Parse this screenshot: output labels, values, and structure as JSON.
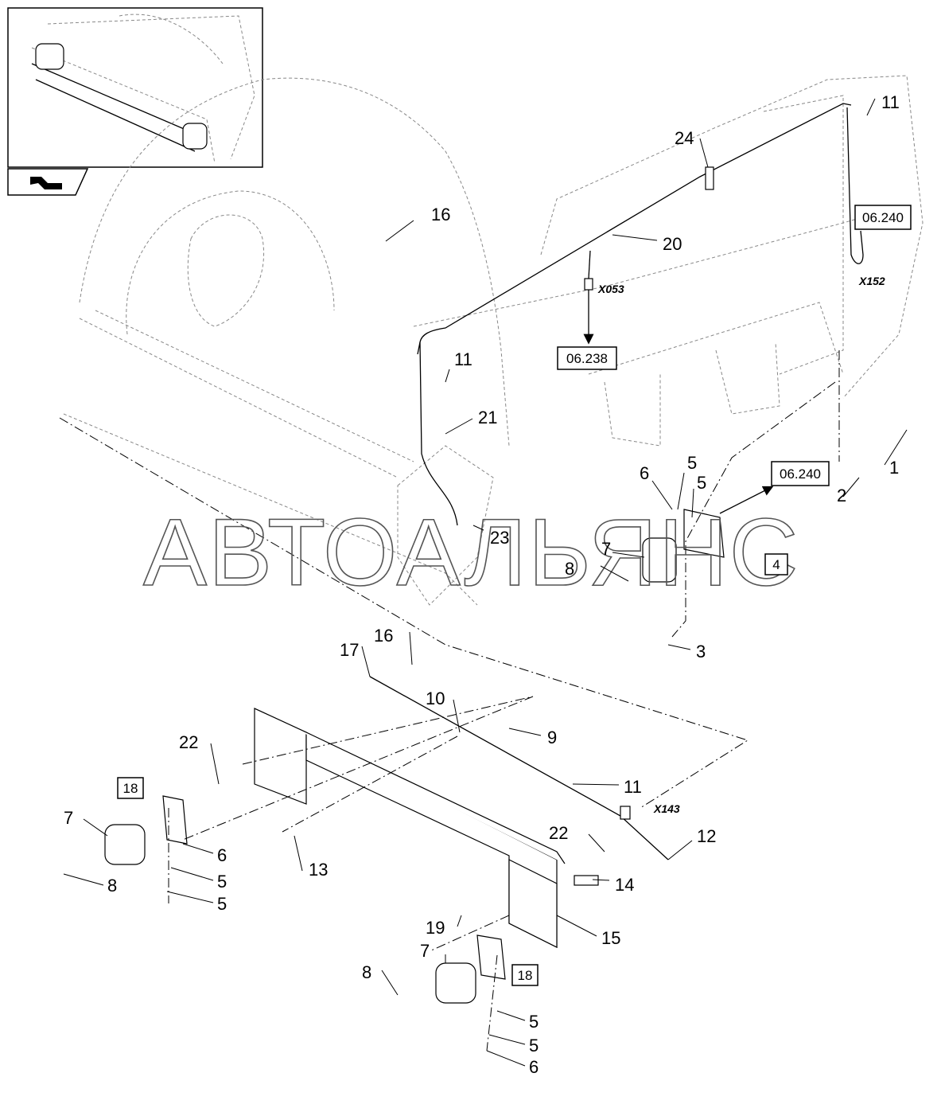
{
  "watermark": "АВТОАЛЬЯНС",
  "inset": {
    "icon": "return-arrow-icon"
  },
  "references": [
    {
      "label": "06.240"
    },
    {
      "label": "06.238"
    },
    {
      "label": "06.240"
    },
    {
      "label": "4"
    },
    {
      "label": "18"
    },
    {
      "label": "18"
    }
  ],
  "connectors": [
    {
      "label": "X053"
    },
    {
      "label": "X152"
    },
    {
      "label": "X143"
    }
  ],
  "callouts": [
    {
      "label": "11"
    },
    {
      "label": "24"
    },
    {
      "label": "16"
    },
    {
      "label": "20"
    },
    {
      "label": "11"
    },
    {
      "label": "21"
    },
    {
      "label": "1"
    },
    {
      "label": "2"
    },
    {
      "label": "6"
    },
    {
      "label": "5"
    },
    {
      "label": "5"
    },
    {
      "label": "23"
    },
    {
      "label": "7"
    },
    {
      "label": "8"
    },
    {
      "label": "3"
    },
    {
      "label": "17"
    },
    {
      "label": "16"
    },
    {
      "label": "10"
    },
    {
      "label": "9"
    },
    {
      "label": "22"
    },
    {
      "label": "11"
    },
    {
      "label": "7"
    },
    {
      "label": "6"
    },
    {
      "label": "22"
    },
    {
      "label": "12"
    },
    {
      "label": "13"
    },
    {
      "label": "8"
    },
    {
      "label": "5"
    },
    {
      "label": "14"
    },
    {
      "label": "5"
    },
    {
      "label": "19"
    },
    {
      "label": "15"
    },
    {
      "label": "7"
    },
    {
      "label": "8"
    },
    {
      "label": "5"
    },
    {
      "label": "5"
    },
    {
      "label": "6"
    }
  ]
}
